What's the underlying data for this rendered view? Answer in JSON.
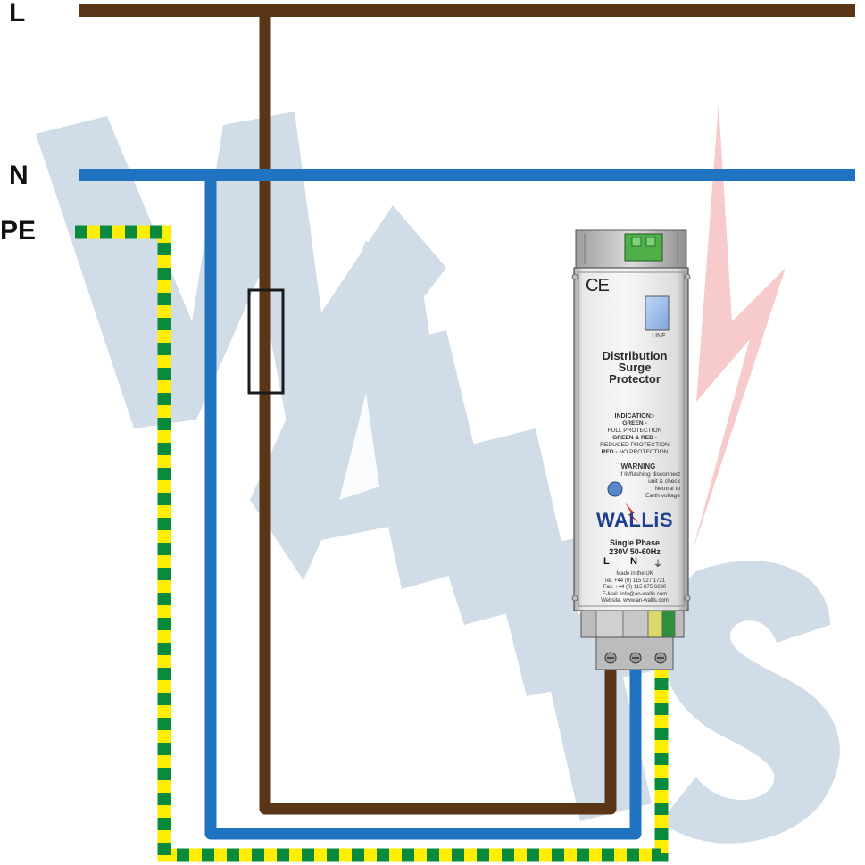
{
  "rails": {
    "line_label": "L",
    "neutral_label": "N",
    "earth_label": "PE"
  },
  "colors": {
    "line": "#5a3516",
    "neutral": "#1f73c0",
    "earth_green": "#0a8a3c",
    "earth_yellow": "#ffee00",
    "watermark": "#c8d6e4",
    "watermark_bolt": "#f6c2c2",
    "brand": "#1d3f8f"
  },
  "device": {
    "ce_mark": "CE",
    "line_led_label": "LINE",
    "title_line1": "Distribution",
    "title_line2": "Surge",
    "title_line3": "Protector",
    "indication_heading": "INDICATION:-",
    "ind_green_label": "GREEN -",
    "ind_green_text": "FULL PROTECTION",
    "ind_greenred_label": "GREEN & RED -",
    "ind_greenred_text": "REDUCED PROTECTION",
    "ind_red_label": "RED -",
    "ind_red_text": "NO PROTECTION",
    "warning_heading": "WARNING",
    "warning_line1": "If lit/flashing disconnect",
    "warning_line2": "unit & check",
    "warning_line3": "Neutral to",
    "warning_line4": "Earth voltage",
    "brand": "WALLiS",
    "phase": "Single Phase",
    "voltage": "230V 50-60Hz",
    "terminal_L": "L",
    "terminal_N": "N",
    "terminal_earth": "⏚",
    "made_in": "Made in the UK",
    "tel": "Tel. +44 (0) 115 927 1721",
    "fax": "Fax. +44 (0) 115 875 6630",
    "email": "E-Mail. info@an-wallis.com",
    "website": "Website. www.an-wallis.com"
  },
  "watermark": {
    "text": "WALLIS"
  }
}
